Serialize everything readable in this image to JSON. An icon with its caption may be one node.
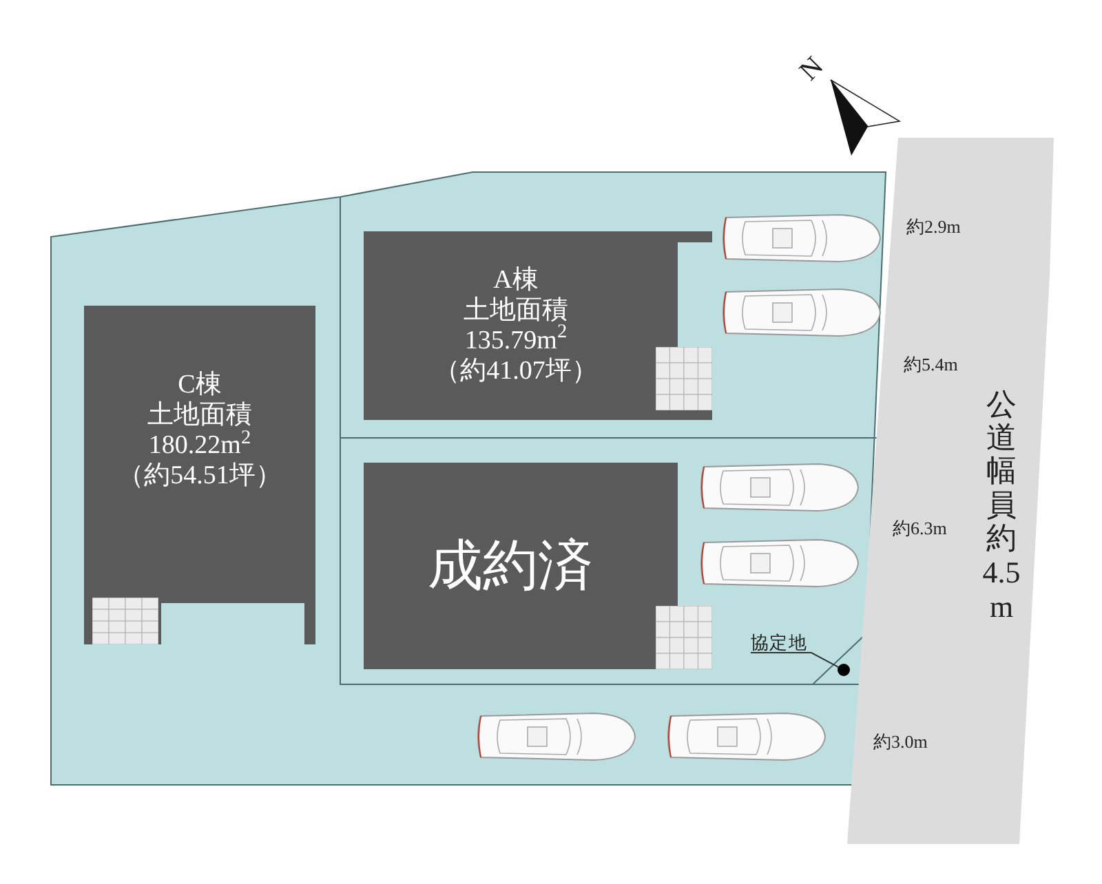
{
  "diagram": {
    "nodes": [
      {
        "text": [
          "C棟",
          "土地面積",
          "180.22m$^{2}$",
          "（約54.51坪）"
        ]
      },
      {
        "text": [
          "A棟",
          "土地面積",
          "135.79m$^{2}$",
          "（約41.07坪）"
        ]
      },
      {
        "text": [
          "成約済"
        ]
      },
      {
        "text": [
          "公道幅員約",
          "4.5",
          "m"
        ]
      },
      {
        "text": [
          "協定地"
        ]
      },
      {
        "text": [],
        "shape": "circle"
      }
    ],
    "edges": [
      {
        "from": 4,
        "to": 5,
        "arrow": "none"
      }
    ],
    "labels": [
      "N",
      "約2.9m",
      "約5.4m",
      "約6.3m",
      "約3.0m"
    ]
  }
}
